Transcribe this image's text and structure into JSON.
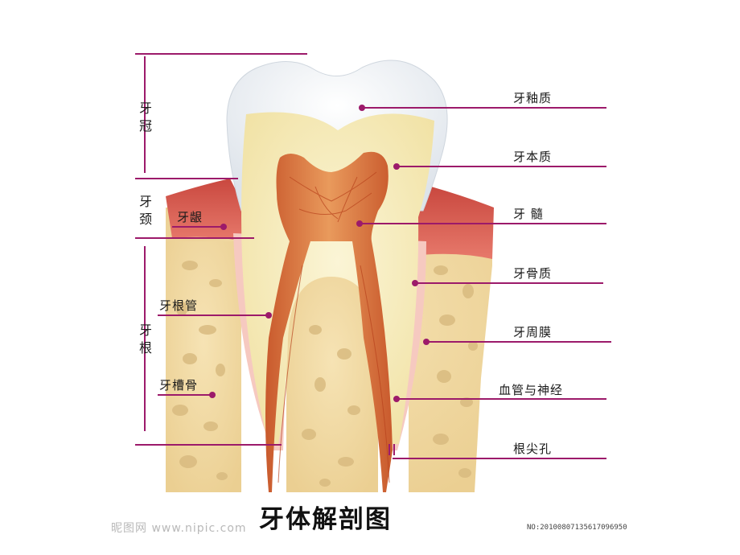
{
  "colors": {
    "leader_line": "#9c1a6a",
    "bone": "#f2dba4",
    "bone_spot": "#d4b47a",
    "gum": "#d9574f",
    "enamel": "#f3f4f6",
    "dentin": "#f8efc2",
    "pulp": "#d9733d",
    "ligament": "#f6c8c0"
  },
  "regions": {
    "crown": "牙冠",
    "neck": "牙颈",
    "root": "牙根"
  },
  "labels_right": {
    "enamel": "牙釉质",
    "dentin": "牙本质",
    "pulp": "牙    髓",
    "cementum": "牙骨质",
    "periodontal_membrane": "牙周膜",
    "vessels_nerves": "血管与神经",
    "apical_foramen": "根尖孔"
  },
  "labels_left": {
    "gingiva": "牙龈",
    "root_canal": "牙根管",
    "alveolar_bone": "牙槽骨"
  },
  "title": "牙体解剖图",
  "watermark": "昵图网 www.nipic.com",
  "serial": "NO:20100807135617096950"
}
